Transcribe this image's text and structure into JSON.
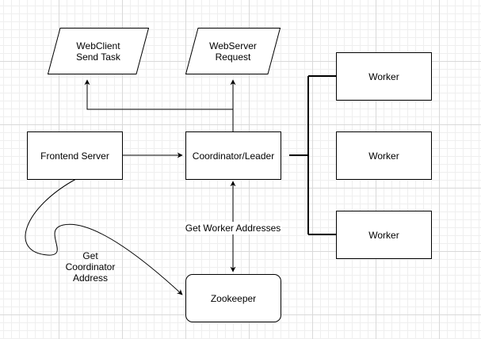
{
  "nodes": {
    "webclient": "WebClient\nSend Task",
    "webserver": "WebServer\nRequest",
    "frontend": "Frontend Server",
    "coordinator": "Coordinator/Leader",
    "zookeeper": "Zookeeper",
    "worker_1": "Worker",
    "worker_2": "Worker",
    "worker_3": "Worker"
  },
  "edges": {
    "get_worker_addresses": "Get Worker Addresses",
    "get_coordinator_address": "Get\nCoordinator\nAddress"
  }
}
